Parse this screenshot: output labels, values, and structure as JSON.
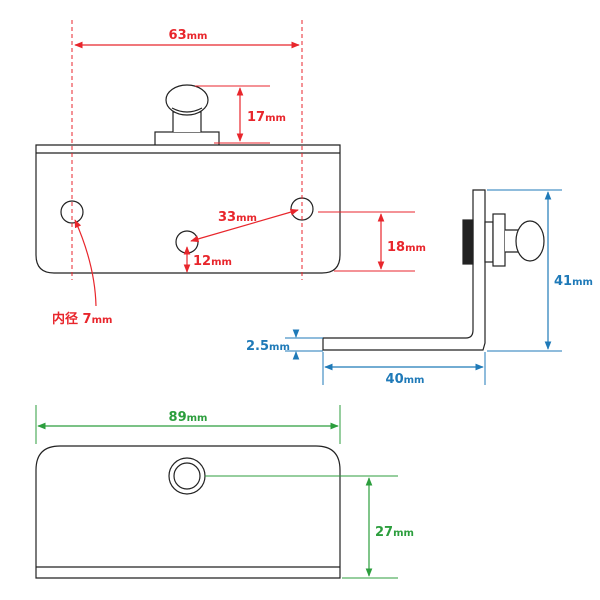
{
  "front_view": {
    "dimensions": {
      "hole_spacing": "63",
      "pin_height": "17",
      "diagonal": "33",
      "hole_offset": "12",
      "hole_height": "18",
      "inner_diameter_prefix": "内径 ",
      "inner_diameter_value": "7"
    }
  },
  "side_view": {
    "dimensions": {
      "height": "41",
      "length": "40",
      "thickness": "2.5"
    }
  },
  "bottom_view": {
    "dimensions": {
      "width": "89",
      "hole_height": "27"
    }
  },
  "unit": "mm",
  "colors": {
    "front": "#e8262c",
    "side": "#1f7ab8",
    "bottom": "#2c9e3d",
    "line": "#222222"
  }
}
